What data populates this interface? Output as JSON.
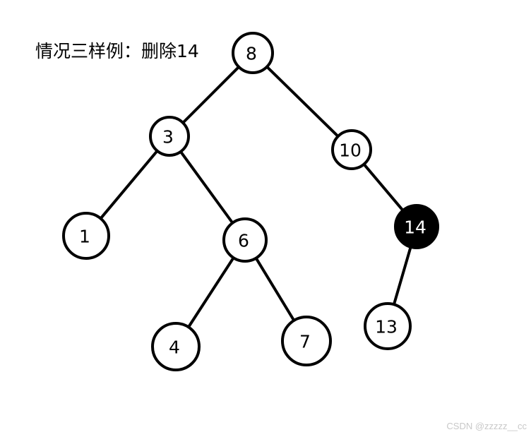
{
  "caption": "情况三样例：删除14",
  "watermark": "CSDN @zzzzz__cc",
  "colors": {
    "stroke": "#000000",
    "node_fill": "#ffffff",
    "highlight_fill": "#000000",
    "label": "#000000",
    "highlight_label": "#ffffff"
  },
  "nodes": [
    {
      "id": "n8",
      "label": "8"
    },
    {
      "id": "n3",
      "label": "3"
    },
    {
      "id": "n10",
      "label": "10"
    },
    {
      "id": "n1",
      "label": "1"
    },
    {
      "id": "n6",
      "label": "6"
    },
    {
      "id": "n14",
      "label": "14",
      "highlighted": true
    },
    {
      "id": "n4",
      "label": "4"
    },
    {
      "id": "n7",
      "label": "7"
    },
    {
      "id": "n13",
      "label": "13"
    }
  ],
  "edges": [
    {
      "from": "n8",
      "to": "n3"
    },
    {
      "from": "n8",
      "to": "n10"
    },
    {
      "from": "n3",
      "to": "n1"
    },
    {
      "from": "n3",
      "to": "n6"
    },
    {
      "from": "n10",
      "to": "n14"
    },
    {
      "from": "n6",
      "to": "n4"
    },
    {
      "from": "n6",
      "to": "n7"
    },
    {
      "from": "n14",
      "to": "n13"
    }
  ]
}
